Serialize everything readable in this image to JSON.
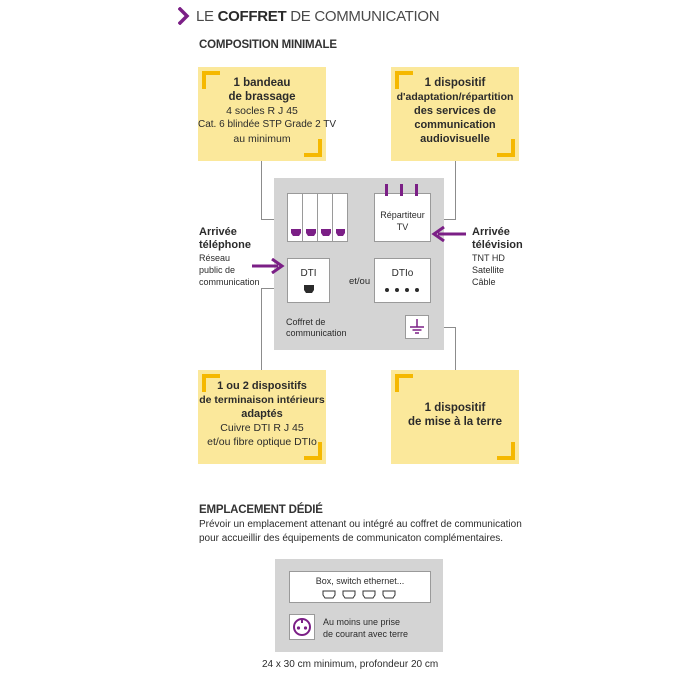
{
  "header": {
    "prefix": "LE ",
    "bold": "COFFRET",
    "suffix": " DE COMMUNICATION",
    "chevron_color": "#7b1f86"
  },
  "composition_title": "COMPOSITION MINIMALE",
  "box_bandeau": {
    "title_line1": "1 bandeau",
    "title_line2": "de brassage",
    "line3": "4 socles R J 45",
    "line4": "Cat. 6 blindée STP Grade 2 TV",
    "line5": "au minimum"
  },
  "box_dispositif": {
    "line1": "1 dispositif",
    "line2": "d'adaptation/répartition",
    "line3": "des services de",
    "line4": "communication",
    "line5": "audiovisuelle"
  },
  "box_dti": {
    "line1": "1 ou 2 dispositifs",
    "line2": "de terminaison intérieurs",
    "line3": "adaptés",
    "line4": "Cuivre DTI R J 45",
    "line5": "et/ou fibre optique DTIo"
  },
  "box_terre": {
    "line1": "1 dispositif",
    "line2": "de mise à la terre"
  },
  "left_label": {
    "title1": "Arrivée",
    "title2": "téléphone",
    "sub1": "Réseau",
    "sub2": "public de",
    "sub3": "communication"
  },
  "right_label": {
    "title1": "Arrivée",
    "title2": "télévision",
    "sub1": "TNT HD",
    "sub2": "Satellite",
    "sub3": "Câble"
  },
  "coffret": {
    "repartiteur1": "Répartiteur",
    "repartiteur2": "TV",
    "dti": "DTI",
    "etou": "et/ou",
    "dtio": "DTIo",
    "label1": "Coffret de",
    "label2": "communication"
  },
  "emplacement": {
    "title": "EMPLACEMENT DÉDIÉ",
    "line1": "Prévoir un emplacement attenant ou intégré au coffret de communication",
    "line2": "pour accueillir des équipements de communicaton complémentaires.",
    "box_label": "Box, switch ethernet...",
    "prise1": "Au moins une prise",
    "prise2": "de courant avec terre",
    "dimensions": "24 x 30 cm minimum, profondeur 20 cm"
  },
  "colors": {
    "purple": "#7b1f86",
    "yellow": "#fbe89b",
    "yellow_accent": "#f5b800",
    "grey": "#d4d4d4"
  }
}
